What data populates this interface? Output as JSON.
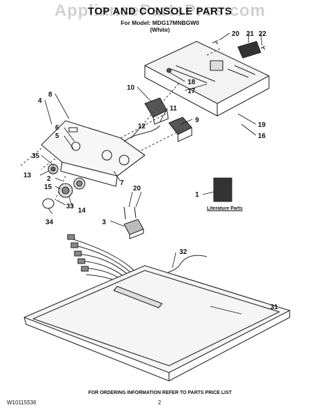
{
  "watermark": "AppliancePartsPros.com",
  "title": "TOP AND CONSOLE PARTS",
  "subtitle_model": "For Model: MDG17MNBGW0",
  "subtitle_color": "(White)",
  "literature_label": "Literature Parts",
  "callouts": [
    "20",
    "21",
    "22",
    "18",
    "17",
    "10",
    "8",
    "11",
    "4",
    "12",
    "9",
    "6",
    "5",
    "19",
    "16",
    "35",
    "13",
    "2",
    "7",
    "15",
    "1",
    "20",
    "14",
    "33",
    "34",
    "3",
    "32",
    "31"
  ],
  "footer": {
    "order_text": "FOR ORDERING INFORMATION REFER TO PARTS PRICE LIST",
    "part_number": "W10115536",
    "page": "2"
  }
}
